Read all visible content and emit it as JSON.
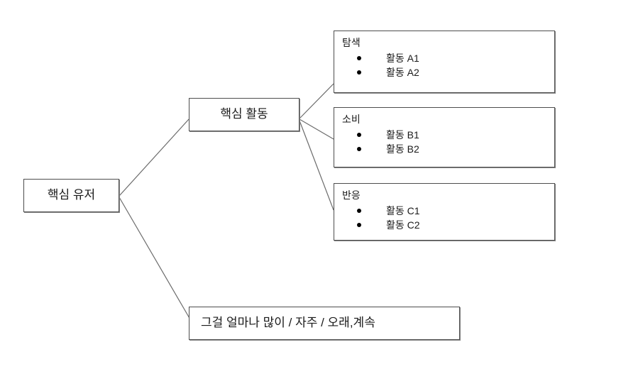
{
  "diagram": {
    "type": "tree",
    "background_color": "#ffffff",
    "line_color": "#6b6b6b",
    "box_border_color": "#4d4d4d",
    "text_color": "#1a1a1a",
    "root": {
      "label": "핵심 유저"
    },
    "branches": {
      "core_activity": {
        "label": "핵심 활동",
        "children": [
          {
            "title": "탐색",
            "items": [
              "활동 A1",
              "활동 A2"
            ]
          },
          {
            "title": "소비",
            "items": [
              "활동 B1",
              "활동 B2"
            ]
          },
          {
            "title": "반응",
            "items": [
              "활동 C1",
              "활동 C2"
            ]
          }
        ]
      },
      "frequency": {
        "label": "그걸 얼마나 많이 / 자주 / 오래,계속"
      }
    }
  }
}
